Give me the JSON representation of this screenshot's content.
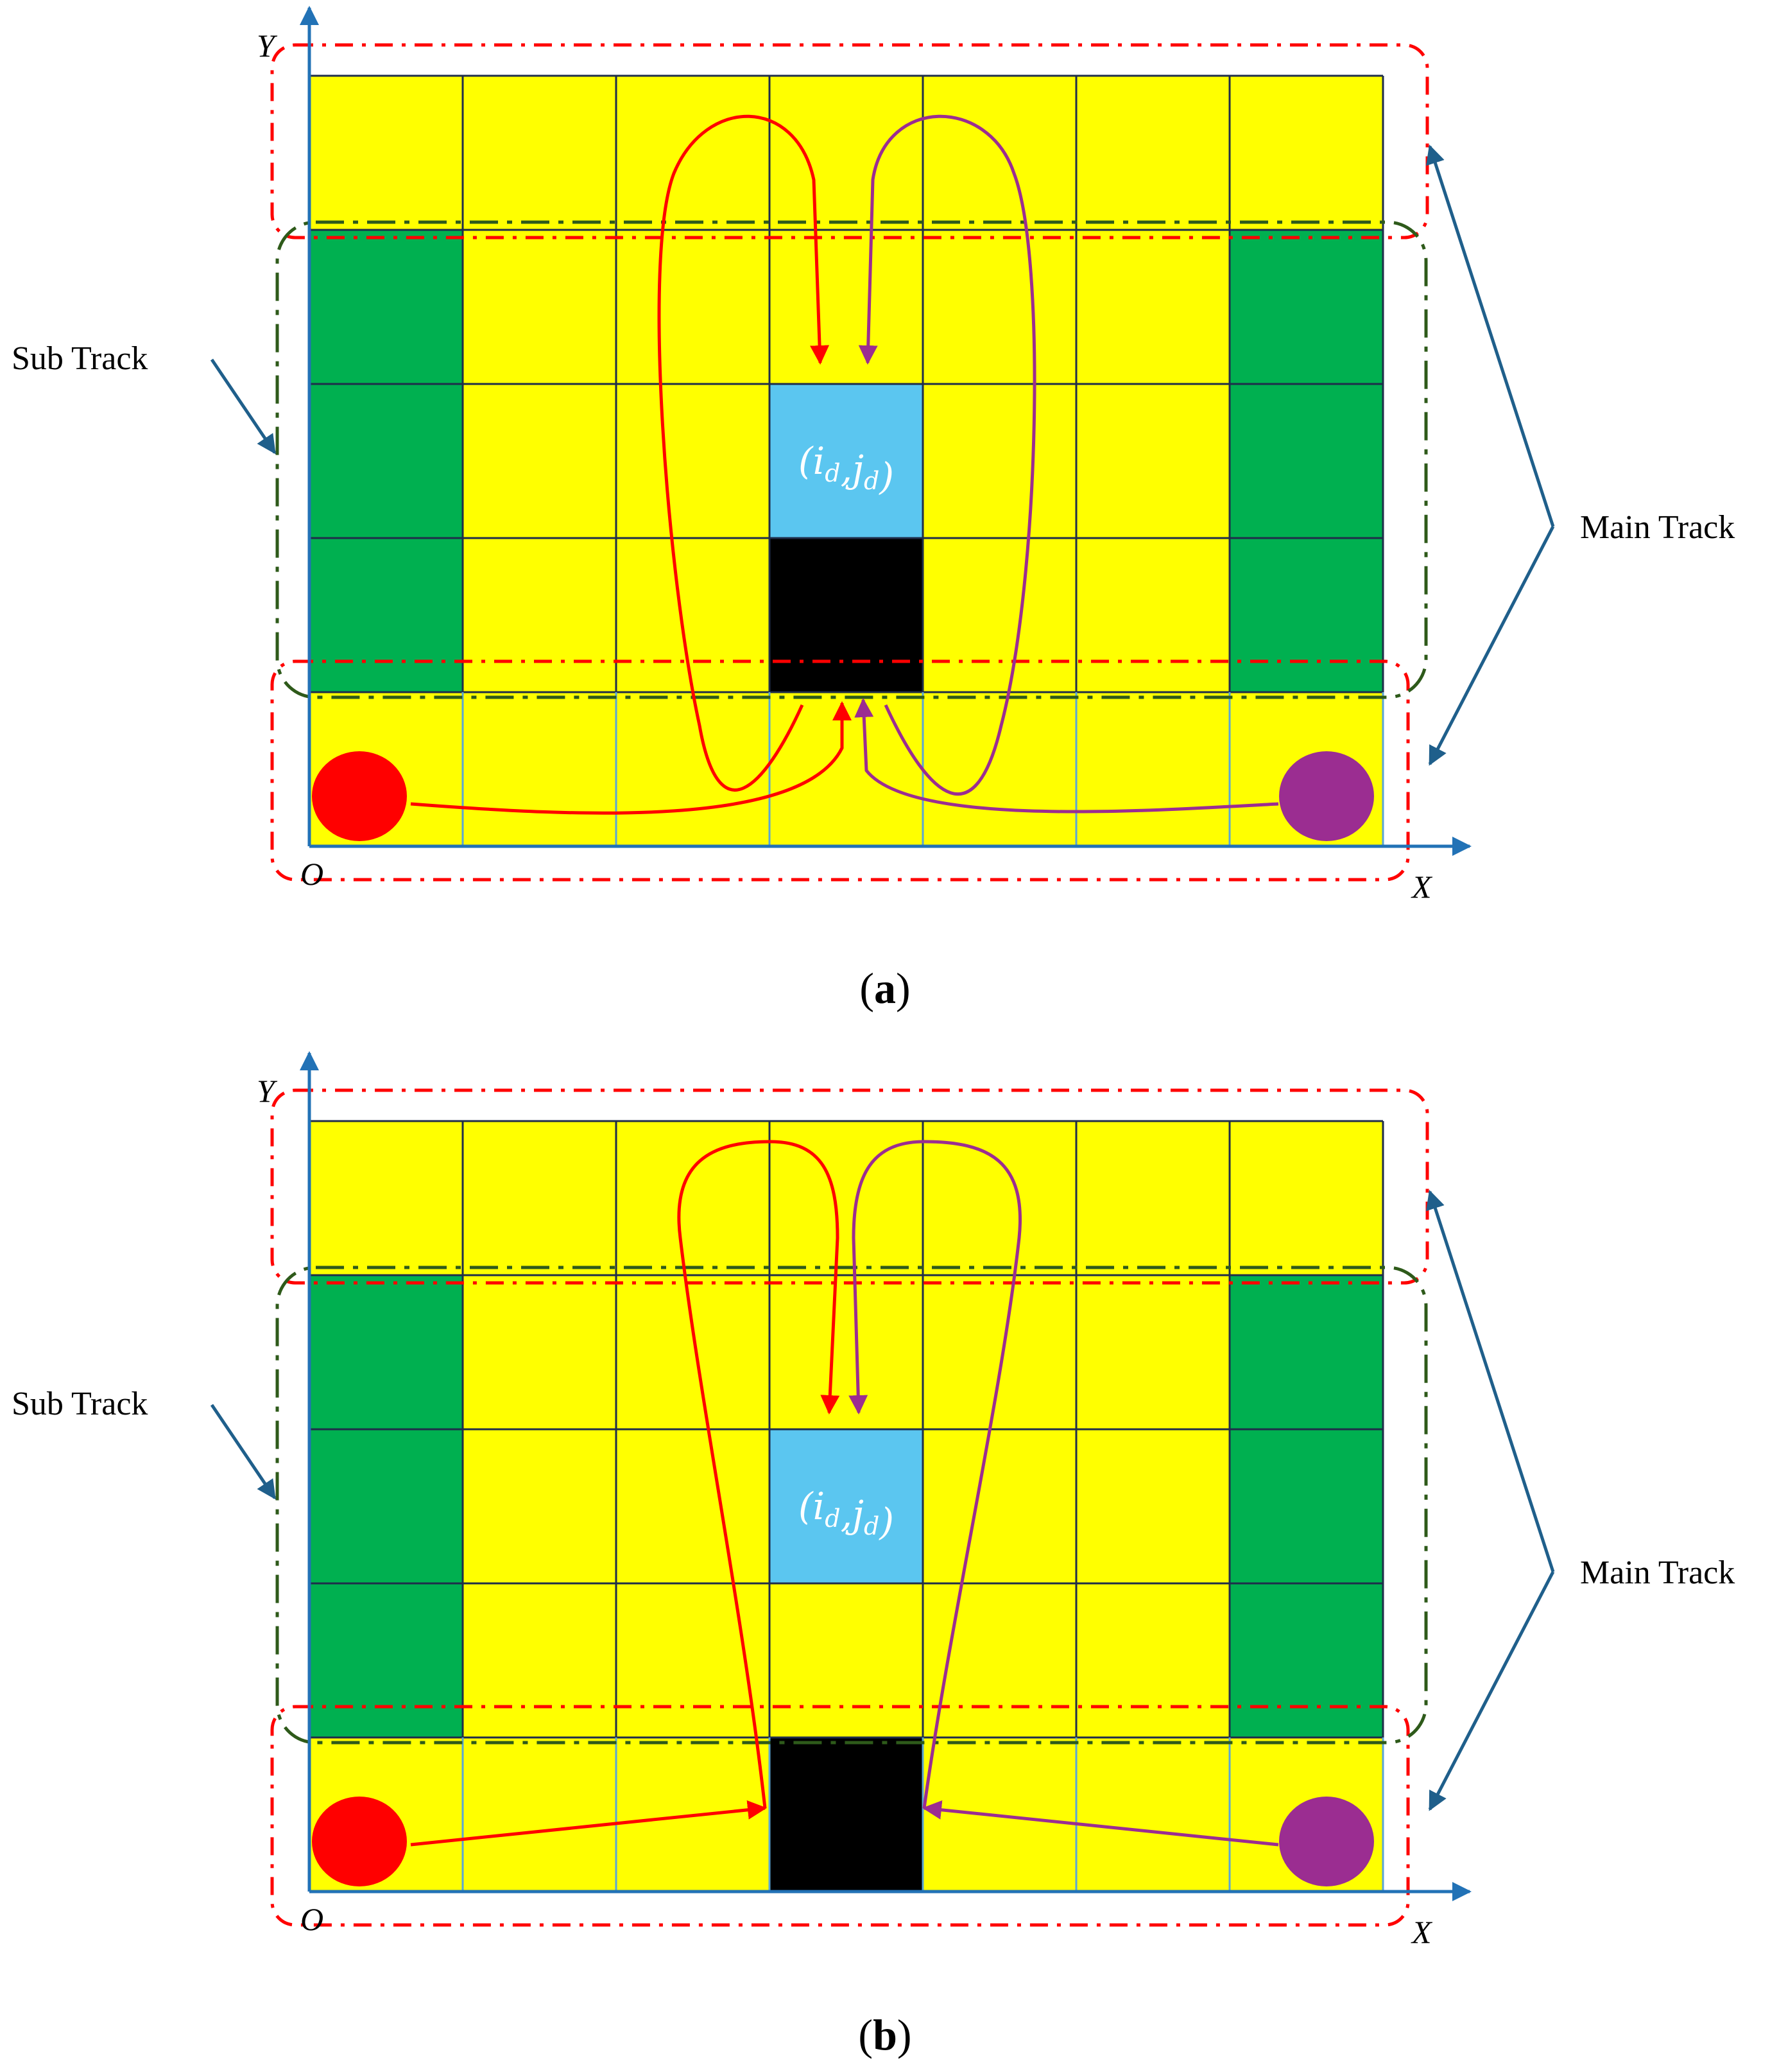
{
  "colors": {
    "cell_fill": "#ffff00",
    "sub_track_fill": "#00b050",
    "destination_fill": "#5bc6f0",
    "blocked_fill": "#000000",
    "grid_line": "#1f2d4a",
    "bottom_grid_line": "#5aa6d6",
    "main_track_outline": "#ff0000",
    "sub_track_outline": "#2e5a1a",
    "agent_red": "#ff0000",
    "agent_purple": "#9b2d91",
    "annotation_arrow": "#1f5f8b",
    "axis": "#2272b6"
  },
  "labels": {
    "sub_track": "Sub Track",
    "main_track": "Main Track",
    "axis_y": "Y",
    "axis_x": "X",
    "origin": "O",
    "destination": "(i_d, j_d)"
  },
  "grid": {
    "columns": 7,
    "rows": 5,
    "sub_track_columns": [
      1,
      7
    ],
    "sub_track_rows": [
      2,
      3,
      4
    ]
  },
  "panels": [
    {
      "id": "a",
      "caption_open": "(",
      "caption_letter": "a",
      "caption_close": ")",
      "destination_cell": [
        4,
        3
      ],
      "blocked_cell": [
        4,
        4
      ],
      "sub_track_label": "Sub Track",
      "main_track_label": "Main Track",
      "axis_y": "Y",
      "axis_x": "X",
      "origin": "O"
    },
    {
      "id": "b",
      "caption_open": "(",
      "caption_letter": "b",
      "caption_close": ")",
      "destination_cell": [
        4,
        3
      ],
      "blocked_cell": [
        4,
        5
      ],
      "sub_track_label": "Sub Track",
      "main_track_label": "Main Track",
      "axis_y": "Y",
      "axis_x": "X",
      "origin": "O"
    }
  ]
}
